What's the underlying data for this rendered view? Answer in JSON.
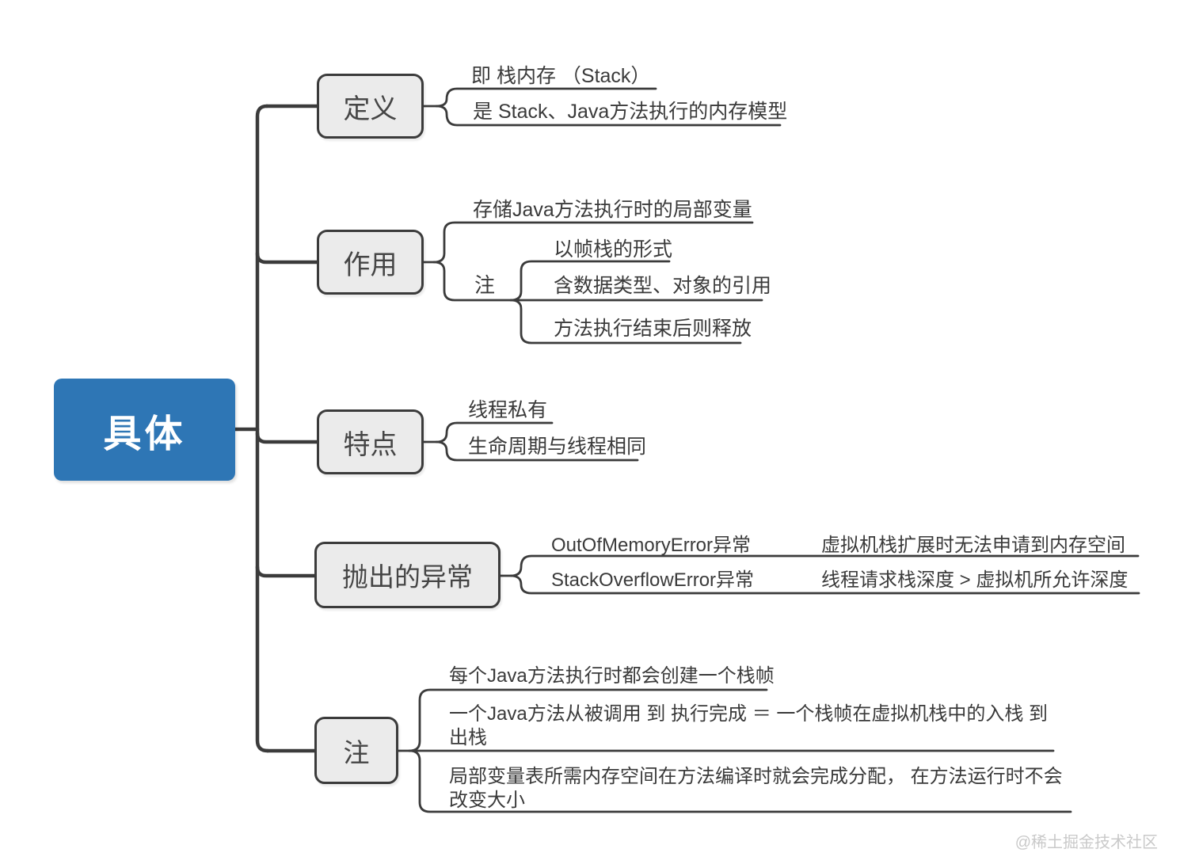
{
  "root": {
    "label": "具体"
  },
  "branches": [
    {
      "label": "定义",
      "children": [
        {
          "label": "即 栈内存 （Stack）"
        },
        {
          "label": "是 Stack、Java方法执行的内存模型"
        }
      ]
    },
    {
      "label": "作用",
      "children": [
        {
          "label": "存储Java方法执行时的局部变量"
        },
        {
          "label": "注",
          "children": [
            {
              "label": "以帧栈的形式"
            },
            {
              "label": "含数据类型、对象的引用"
            },
            {
              "label": "方法执行结束后则释放"
            }
          ]
        }
      ]
    },
    {
      "label": "特点",
      "children": [
        {
          "label": "线程私有"
        },
        {
          "label": "生命周期与线程相同"
        }
      ]
    },
    {
      "label": "抛出的异常",
      "children": [
        {
          "label": "OutOfMemoryError异常",
          "children": [
            {
              "label": "虚拟机栈扩展时无法申请到内存空间"
            }
          ]
        },
        {
          "label": "StackOverflowError异常",
          "children": [
            {
              "label": "线程请求栈深度 > 虚拟机所允许深度"
            }
          ]
        }
      ]
    },
    {
      "label": "注",
      "children": [
        {
          "label": "每个Java方法执行时都会创建一个栈帧"
        },
        {
          "label": "一个Java方法从被调用 到 执行完成 ＝ 一个栈帧在虚拟机栈中的入栈 到 出栈"
        },
        {
          "label": "局部变量表所需内存空间在方法编译时就会完成分配， 在方法运行时不会改变大小"
        }
      ]
    }
  ],
  "watermark": "@稀土掘金技术社区",
  "colors": {
    "root_bg": "#2e76b5",
    "branch_bg": "#ebebeb",
    "line": "#3b3b3b",
    "watermark": "#c9c9c9"
  }
}
